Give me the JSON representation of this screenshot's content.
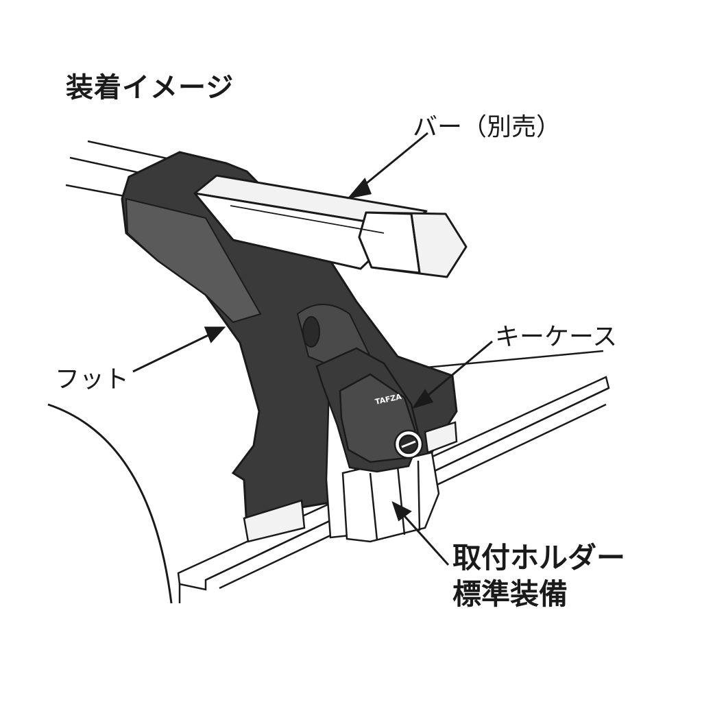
{
  "title": "装着イメージ",
  "labels": {
    "bar": "バー（別売）",
    "foot": "フット",
    "key_case": "キーケース",
    "holder_line1": "取付ホルダー",
    "holder_line2": "標準装備"
  },
  "colors": {
    "ink": "#1a1a1a",
    "foot_body": "#3a3a3a",
    "foot_highlight": "#5a5a5a",
    "bar_face": "#f2f2f2",
    "background": "#ffffff"
  }
}
